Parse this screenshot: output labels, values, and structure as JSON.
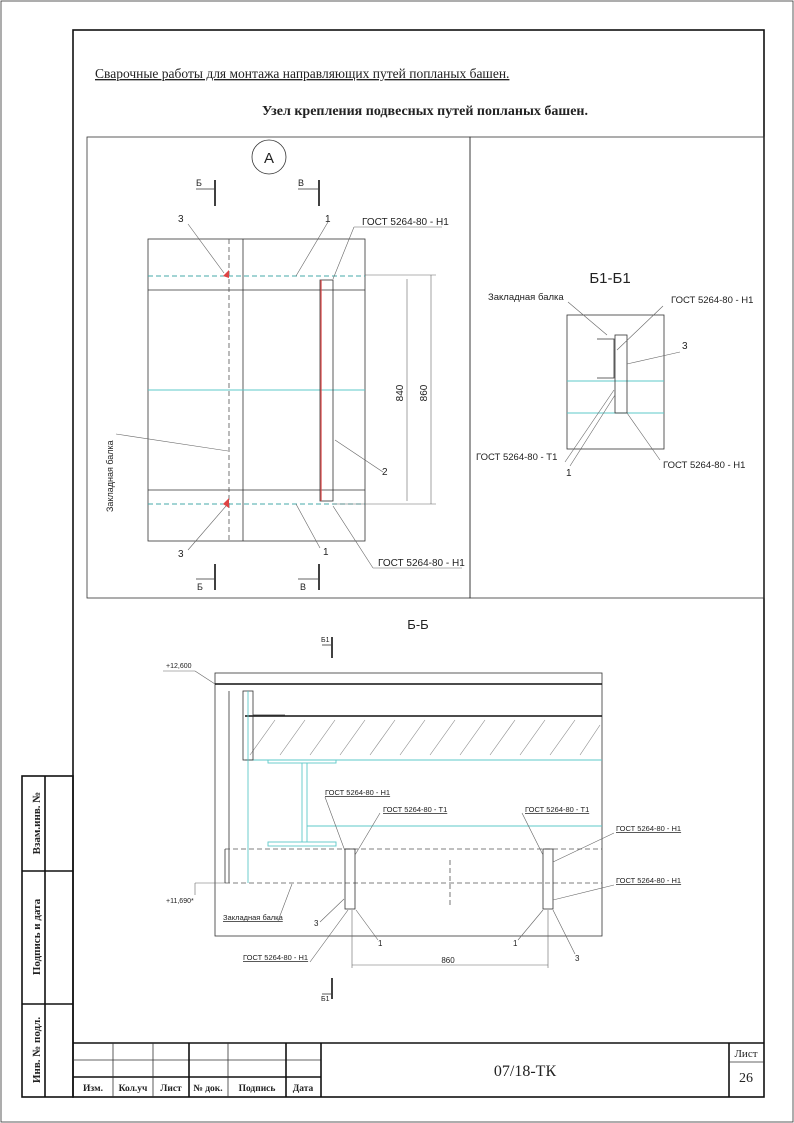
{
  "header": {
    "title": "Сварочные работы для монтажа направляющих путей попланых башен.",
    "subtitle": "Узел крепления подвесных путей попланых башен."
  },
  "view_a": {
    "label": "А",
    "section_b": "Б",
    "section_v": "В",
    "callout_1": "1",
    "callout_2": "2",
    "callout_3": "3",
    "gost_top": "ГОСТ 5264-80 - Н1",
    "gost_bottom": "ГОСТ 5264-80 - Н1",
    "dim_840": "840",
    "dim_860": "860",
    "beam_label": "Закладная балка"
  },
  "view_b1": {
    "title": "Б1-Б1",
    "beam_label": "Закладная балка",
    "gost_h1_top": "ГОСТ 5264-80 - Н1",
    "gost_t1": "ГОСТ 5264-80 - Т1",
    "gost_h1_bottom": "ГОСТ 5264-80 - Н1",
    "callout_1": "1",
    "callout_3": "3"
  },
  "view_bb": {
    "title": "Б-Б",
    "section_b1": "Б1",
    "elev_top": "+12,600",
    "elev_bottom": "+11,690*",
    "gost_h1_a": "ГОСТ 5264-80 - Н1",
    "gost_t1_a": "ГОСТ 5264-80 - Т1",
    "gost_t1_b": "ГОСТ 5264-80 - Т1",
    "gost_h1_right_top": "ГОСТ 5264-80 - Н1",
    "gost_h1_right_bottom": "ГОСТ 5264-80 - Н1",
    "gost_h1_bottom_left": "ГОСТ 5264-80 - Н1",
    "beam_label": "Закладная балка",
    "callout_1": "1",
    "callout_3": "3",
    "dim_860": "860"
  },
  "side_stamp": {
    "vzam": "Взам.инв. №",
    "podpis": "Подпись и дата",
    "inv": "Инв. № подл."
  },
  "title_block": {
    "columns": [
      "Изм.",
      "Кол.уч",
      "Лист",
      "№ док.",
      "Подпись",
      "Дата"
    ],
    "doc_code": "07/18-ТК",
    "sheet_label": "Лист",
    "sheet_number": "26"
  },
  "colors": {
    "weld": "#d44444",
    "existing": "#5cc9c9",
    "line": "#333333"
  }
}
